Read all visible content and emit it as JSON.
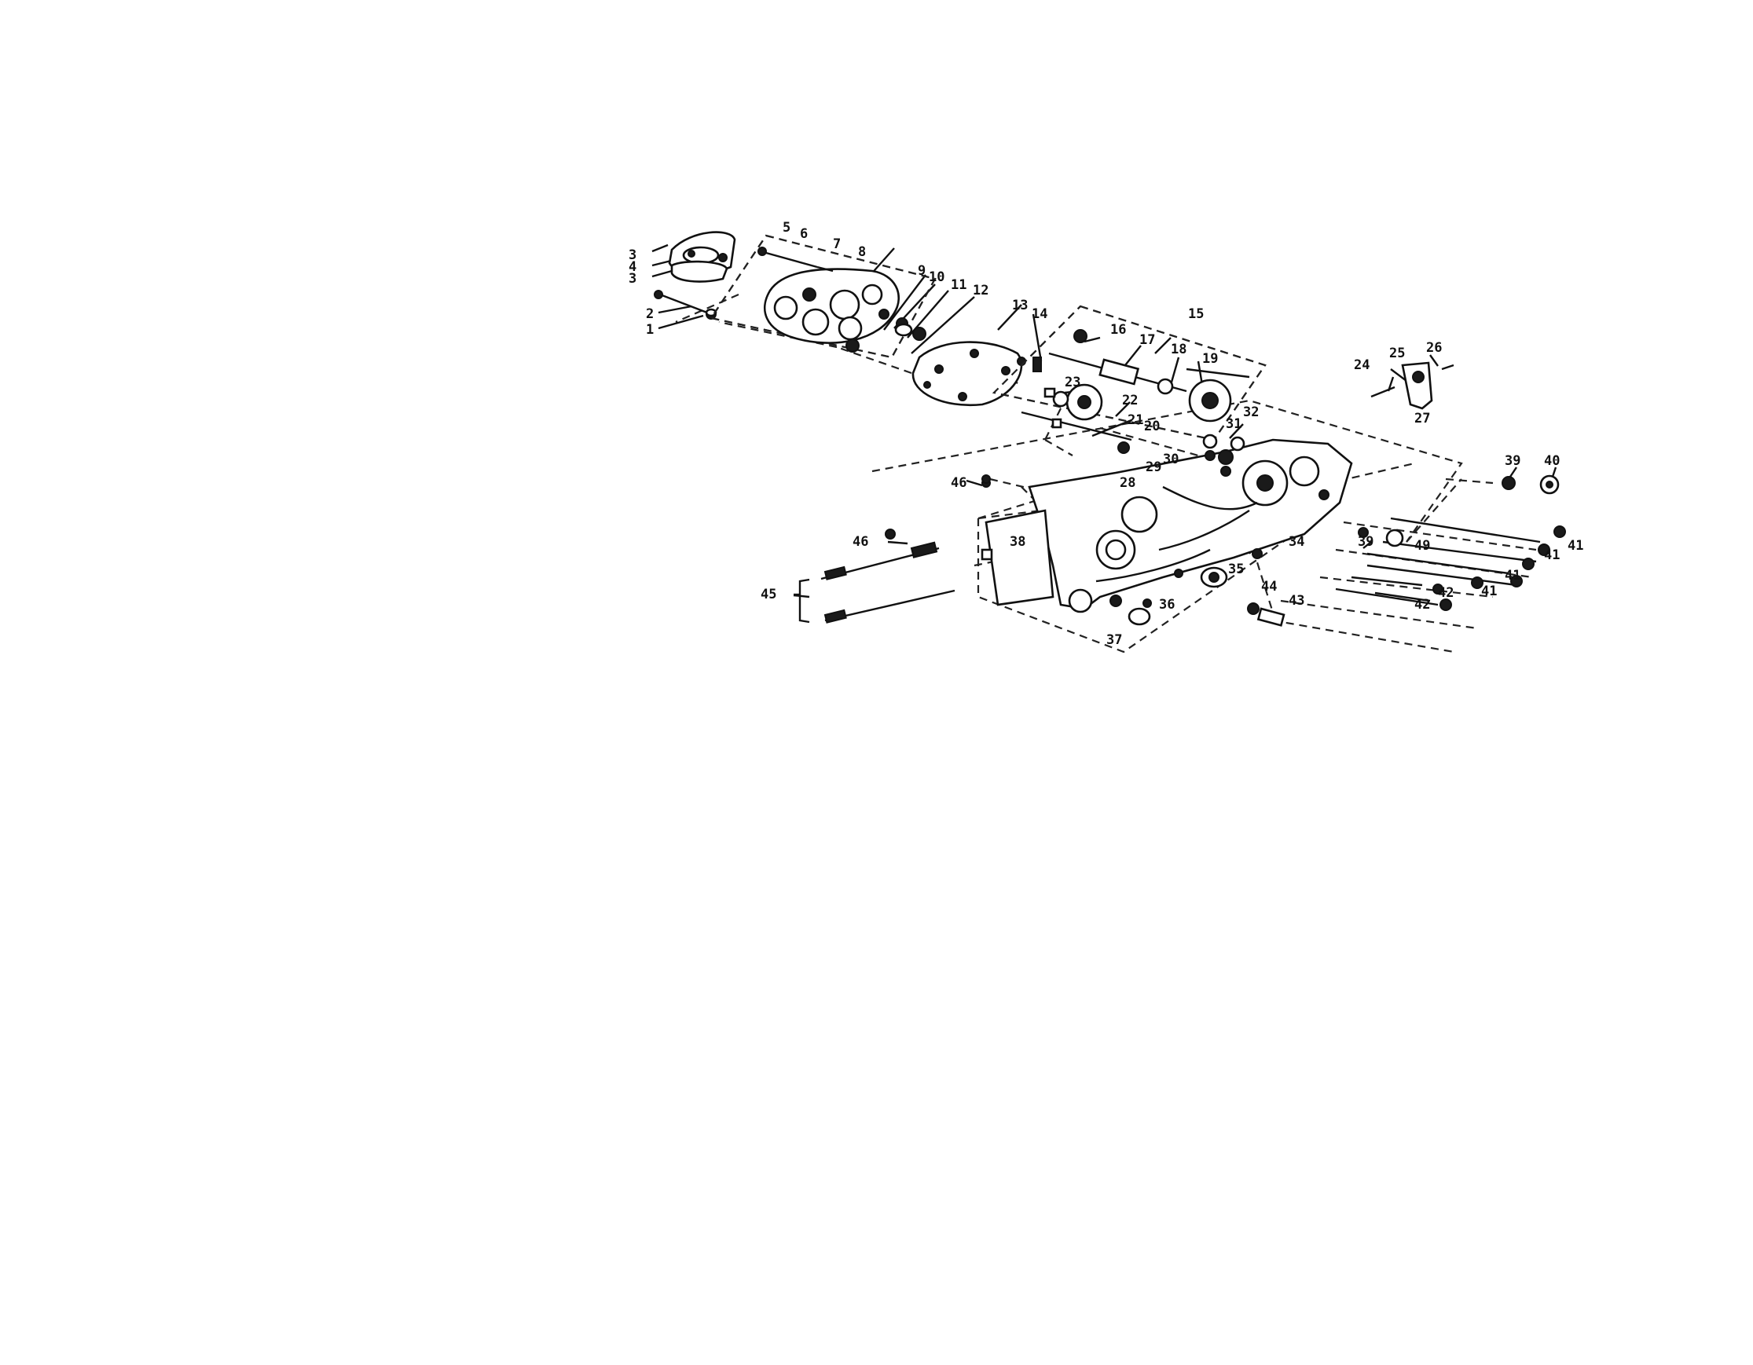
{
  "diagram": {
    "labels": [
      {
        "id": "l3a",
        "text": "3"
      },
      {
        "id": "l4",
        "text": "4"
      },
      {
        "id": "l3b",
        "text": "3"
      },
      {
        "id": "l2",
        "text": "2"
      },
      {
        "id": "l1",
        "text": "1"
      },
      {
        "id": "l5",
        "text": "5"
      },
      {
        "id": "l6",
        "text": "6"
      },
      {
        "id": "l7",
        "text": "7"
      },
      {
        "id": "l8",
        "text": "8"
      },
      {
        "id": "l9",
        "text": "9"
      },
      {
        "id": "l10",
        "text": "10"
      },
      {
        "id": "l11",
        "text": "11"
      },
      {
        "id": "l12",
        "text": "12"
      },
      {
        "id": "l13",
        "text": "13"
      },
      {
        "id": "l14",
        "text": "14"
      },
      {
        "id": "l15",
        "text": "15"
      },
      {
        "id": "l16",
        "text": "16"
      },
      {
        "id": "l17",
        "text": "17"
      },
      {
        "id": "l18",
        "text": "18"
      },
      {
        "id": "l19",
        "text": "19"
      },
      {
        "id": "l20",
        "text": "20"
      },
      {
        "id": "l21",
        "text": "21"
      },
      {
        "id": "l22",
        "text": "22"
      },
      {
        "id": "l23",
        "text": "23"
      },
      {
        "id": "l24",
        "text": "24"
      },
      {
        "id": "l25",
        "text": "25"
      },
      {
        "id": "l26",
        "text": "26"
      },
      {
        "id": "l27",
        "text": "27"
      },
      {
        "id": "l28",
        "text": "28"
      },
      {
        "id": "l29",
        "text": "29"
      },
      {
        "id": "l30",
        "text": "30"
      },
      {
        "id": "l31",
        "text": "31"
      },
      {
        "id": "l32",
        "text": "32"
      },
      {
        "id": "l34",
        "text": "34"
      },
      {
        "id": "l35",
        "text": "35"
      },
      {
        "id": "l36",
        "text": "36"
      },
      {
        "id": "l37",
        "text": "37"
      },
      {
        "id": "l38",
        "text": "38"
      },
      {
        "id": "l39",
        "text": "39"
      },
      {
        "id": "l40",
        "text": "40"
      },
      {
        "id": "l41a",
        "text": "41"
      },
      {
        "id": "l41b",
        "text": "41"
      },
      {
        "id": "l41c",
        "text": "41"
      },
      {
        "id": "l41d",
        "text": "41"
      },
      {
        "id": "l42a",
        "text": "42"
      },
      {
        "id": "l42b",
        "text": "42"
      },
      {
        "id": "l43",
        "text": "43"
      },
      {
        "id": "l44",
        "text": "44"
      },
      {
        "id": "l45",
        "text": "45"
      },
      {
        "id": "l46a",
        "text": "46"
      },
      {
        "id": "l46b",
        "text": "46"
      },
      {
        "id": "l49",
        "text": "49"
      },
      {
        "id": "l39b",
        "text": "39"
      }
    ]
  }
}
